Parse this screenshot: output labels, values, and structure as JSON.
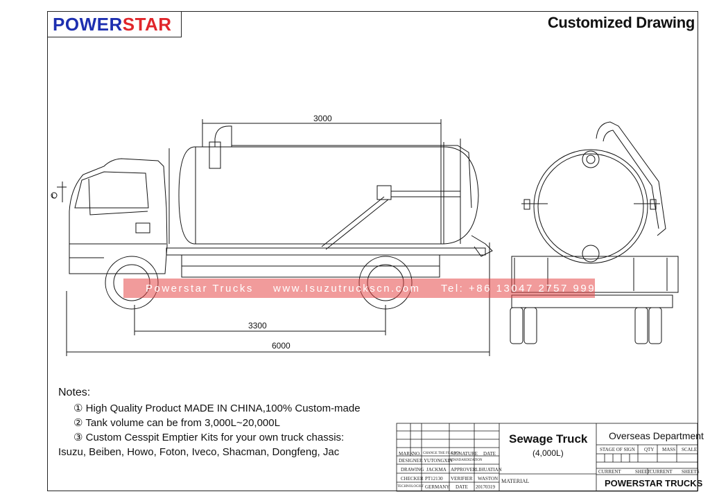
{
  "header": {
    "logo_part1": "POWER",
    "logo_part2": "STAR",
    "logo_color1": "#1d2fb0",
    "logo_color2": "#e0262b",
    "title": "Customized Drawing"
  },
  "dimensions": {
    "tank_length": "3000",
    "wheelbase": "3300",
    "overall_length": "6000"
  },
  "watermark": {
    "company": "Powerstar Trucks",
    "website": "www.Isuzutruckscn.com",
    "phone": "Tel: +86 13047 2757 999",
    "color": "#e54848"
  },
  "notes": {
    "header": "Notes:",
    "item1": "① High Quality Product MADE IN CHINA,100% Custom-made",
    "item2": "② Tank volume can be from 3,000L~20,000L",
    "item3": "③ Custom Cesspit Emptier Kits for your own truck chassis:",
    "item4": "Isuzu, Beiben, Howo, Foton, Iveco, Shacman, Dongfeng, Jac"
  },
  "title_block": {
    "product": "Sewage Truck",
    "capacity": "(4,000L)",
    "department": "Overseas Department",
    "company": "POWERSTAR TRUCKS",
    "material_label": "MATERIAL",
    "header_row": [
      "MARK",
      "NO.",
      "CHANGE THE FILE NO.",
      "SIGNATURE",
      "DATE"
    ],
    "rows": [
      [
        "DESIGNER",
        "YUTONGXIN",
        "STANDARDIZATION",
        ""
      ],
      [
        "DRAWING",
        "JACKMA",
        "APPROVER",
        "LIHUATIAN"
      ],
      [
        "CHECKER",
        "PT12130",
        "VERIFIER",
        "WASTON"
      ],
      [
        "TECHNOLOGIST",
        "GERMANY",
        "DATE",
        "20170319"
      ]
    ],
    "stage_row": [
      "STAGE OF SIGN",
      "QTY",
      "MASS",
      "SCALE"
    ],
    "sheet_row": [
      "CURRENT",
      "SHEET",
      "CURRENT",
      "SHEETS"
    ]
  }
}
